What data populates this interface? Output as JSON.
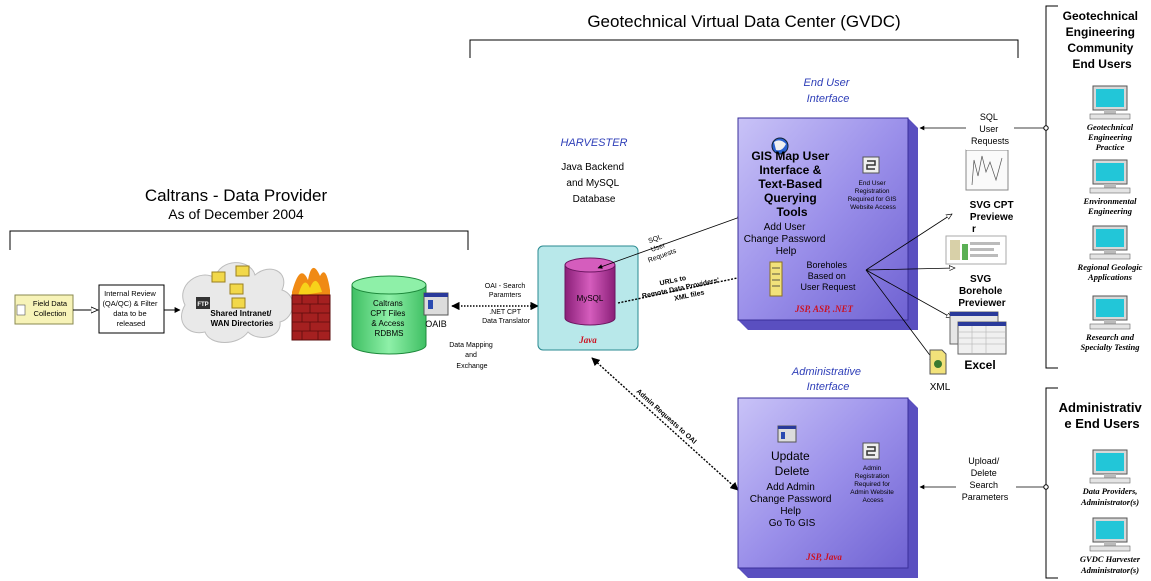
{
  "titles": {
    "gvdc": "Geotechnical Virtual Data Center (GVDC)",
    "caltrans_line1": "Caltrans - Data Provider",
    "caltrans_line2": "As of December 2004"
  },
  "caltrans": {
    "field_data_collection": "Field Data Collection",
    "internal_review": [
      "Internal Review",
      "(QA/QC) & Filter",
      "data to be",
      "released"
    ],
    "shared_dirs": [
      "Shared Intranet/",
      "WAN Directories"
    ],
    "ftp_label": "FTP",
    "db_label": [
      "Caltrans",
      "CPT Files",
      "& Access",
      "RDBMS"
    ],
    "oaib_label": "OAIB"
  },
  "oai": {
    "search_params": [
      "OAI - Search",
      "Paramters",
      ".NET CPT",
      "Data Translator"
    ],
    "mapping": [
      "Data Mapping",
      "and",
      "Exchange"
    ]
  },
  "harvester": {
    "title": "HARVESTER",
    "desc": [
      "Java Backend",
      "and MySQL",
      "Database"
    ],
    "db_label": "MySQL",
    "lang": "Java"
  },
  "connectors": {
    "sql_requests": [
      "SQL",
      "User",
      "Requests"
    ],
    "urls": [
      "URLs to",
      "Remote Data Providers'",
      "XML files"
    ],
    "admin_requests": "Admin Requests to OAI",
    "sql_user_requests": [
      "SQL",
      "User",
      "Requests"
    ],
    "upload_delete": [
      "Upload/",
      "Delete",
      "Search",
      "Parameters"
    ]
  },
  "end_user_interface": {
    "heading": [
      "End User",
      "Interface"
    ],
    "gis_title": [
      "GIS Map User",
      "Interface &",
      "Text-Based",
      "Querying",
      "Tools"
    ],
    "menu": [
      "Add User",
      "Change Password",
      "Help"
    ],
    "registration": [
      "End User",
      "Registration",
      "Required for GIS",
      "Website Access"
    ],
    "boreholes": [
      "Boreholes",
      "Based on",
      "User Request"
    ],
    "tech": "JSP, ASP, .NET"
  },
  "outputs": {
    "svg_cpt": [
      "SVG CPT",
      "Previewe",
      "r"
    ],
    "svg_borehole": [
      "SVG",
      "Borehole",
      "Previewer"
    ],
    "excel": "Excel",
    "xml": "XML"
  },
  "admin_interface": {
    "heading": [
      "Administrative",
      "Interface"
    ],
    "actions_big": [
      "Update",
      "Delete"
    ],
    "actions_small": [
      "Add Admin",
      "Change Password",
      "Help",
      "Go To GIS"
    ],
    "registration": [
      "Admin",
      "Registration",
      "Required for",
      "Admin Website",
      "Access"
    ],
    "tech": "JSP, Java"
  },
  "community": {
    "heading": [
      "Geotechnical",
      "Engineering",
      "Community",
      "End Users"
    ],
    "users": [
      [
        "Geotechnical",
        "Engineering",
        "Practice"
      ],
      [
        "Environmental",
        "Engineering"
      ],
      [
        "Regional Geologic",
        "Applications"
      ],
      [
        "Research and",
        "Specialty Testing"
      ]
    ]
  },
  "admin_users": {
    "heading": [
      "Administrativ",
      "e End Users"
    ],
    "users": [
      [
        "Data Providers,",
        "Administrator(s)"
      ],
      [
        "GVDC Harvester",
        "Administrator(s)"
      ]
    ]
  },
  "colors": {
    "box_purple": "#8c82e0",
    "harvester_teal": "#b8e8ea",
    "db_magenta": "#b0309a",
    "db_green": "#5fd882",
    "tech_red": "#cc1020",
    "heading_blue": "#2f3fb8"
  }
}
